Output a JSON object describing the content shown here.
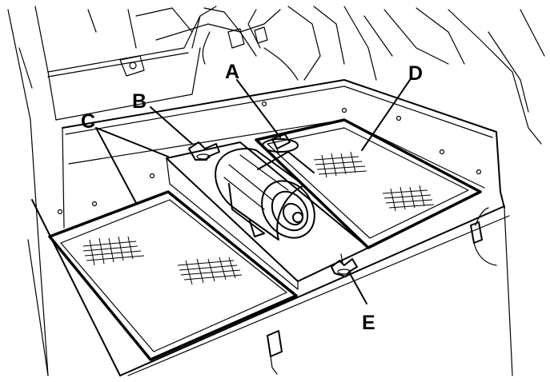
{
  "callouts": {
    "a": "A",
    "b": "B",
    "c": "C",
    "d": "D",
    "e": "E"
  },
  "colors": {
    "ink": "#000000",
    "paper": "#ffffff"
  }
}
